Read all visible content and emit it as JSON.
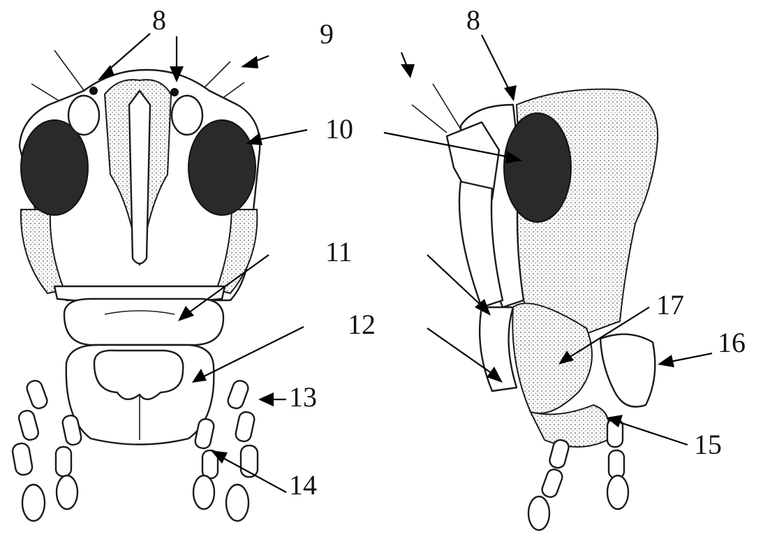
{
  "labels": {
    "l8a": "8",
    "l9": "9",
    "l8b": "8",
    "l10": "10",
    "l11": "11",
    "l12": "12",
    "l13": "13",
    "l14": "14",
    "l15": "15",
    "l16": "16",
    "l17": "17"
  },
  "colors": {
    "ink": "#111111",
    "eye": "#2a2a2a",
    "background": "#ffffff"
  }
}
